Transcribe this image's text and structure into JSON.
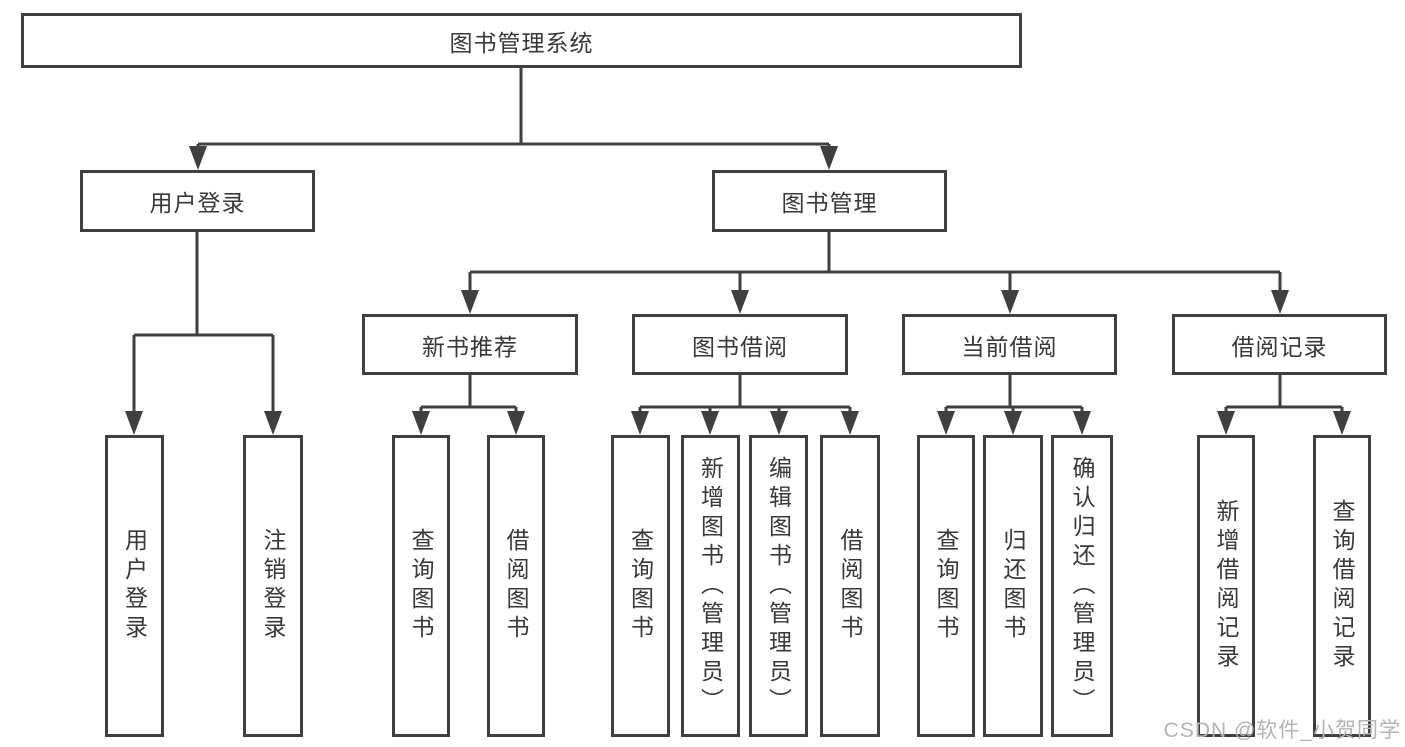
{
  "colors": {
    "line": "#3f3f3f",
    "text": "#383838",
    "watermark": "#b4b4b4",
    "background": "#ffffff"
  },
  "tree": {
    "root": "图书管理系统",
    "level2": [
      "用户登录",
      "图书管理"
    ],
    "level3": [
      "新书推荐",
      "图书借阅",
      "当前借阅",
      "借阅记录"
    ],
    "leaves": {
      "user_login": [
        "用户登录",
        "注销登录"
      ],
      "new_book": [
        "查询图书",
        "借阅图书"
      ],
      "book_borrow": [
        "查询图书",
        "新增图书（管理员）",
        "编辑图书（管理员）",
        "借阅图书"
      ],
      "current_borrow": [
        "查询图书",
        "归还图书",
        "确认归还（管理员）"
      ],
      "borrow_record": [
        "新增借阅记录",
        "查询借阅记录"
      ]
    }
  },
  "watermark": {
    "text": "CSDN @软件_小贺同学"
  }
}
